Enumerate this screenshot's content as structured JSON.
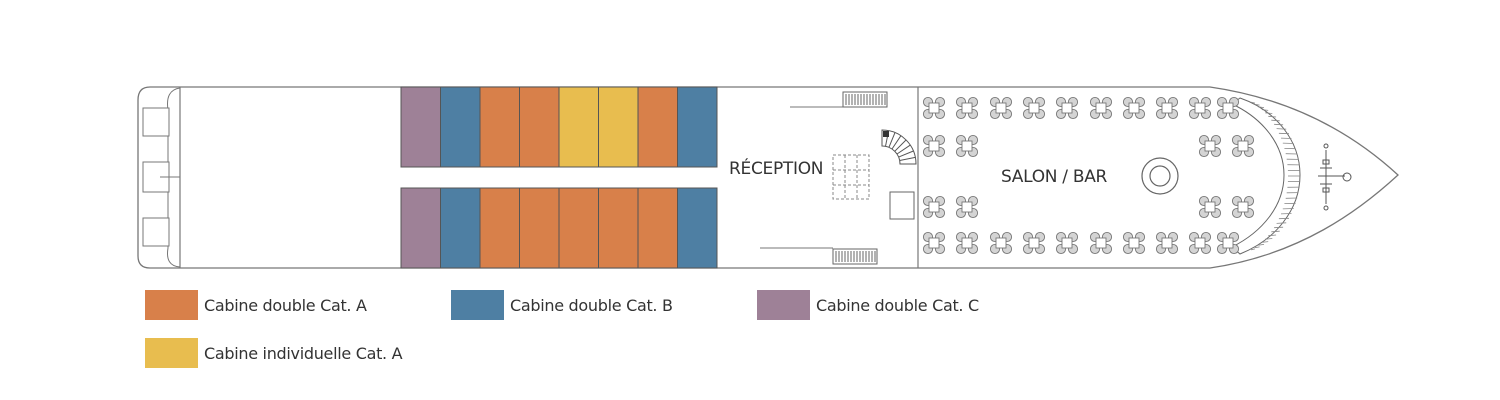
{
  "areas": {
    "reception": "RÉCEPTION",
    "salon": "SALON / BAR"
  },
  "colors": {
    "cat_a": "#D8804A",
    "cat_b": "#4E7FA3",
    "cat_c": "#9E8197",
    "single_a": "#E8BD4F"
  },
  "cabins": {
    "top_row": [
      "cat_c",
      "cat_b",
      "cat_a",
      "cat_a",
      "single_a",
      "single_a",
      "cat_a",
      "cat_b"
    ],
    "bottom_row": [
      "cat_c",
      "cat_b",
      "cat_a",
      "cat_a",
      "cat_a",
      "cat_a",
      "cat_a",
      "cat_b"
    ]
  },
  "legend": [
    {
      "label": "Cabine double Cat. A",
      "category": "cat_a"
    },
    {
      "label": "Cabine double Cat. B",
      "category": "cat_b"
    },
    {
      "label": "Cabine double Cat. C",
      "category": "cat_c"
    },
    {
      "label": "Cabine individuelle Cat. A",
      "category": "single_a"
    }
  ]
}
